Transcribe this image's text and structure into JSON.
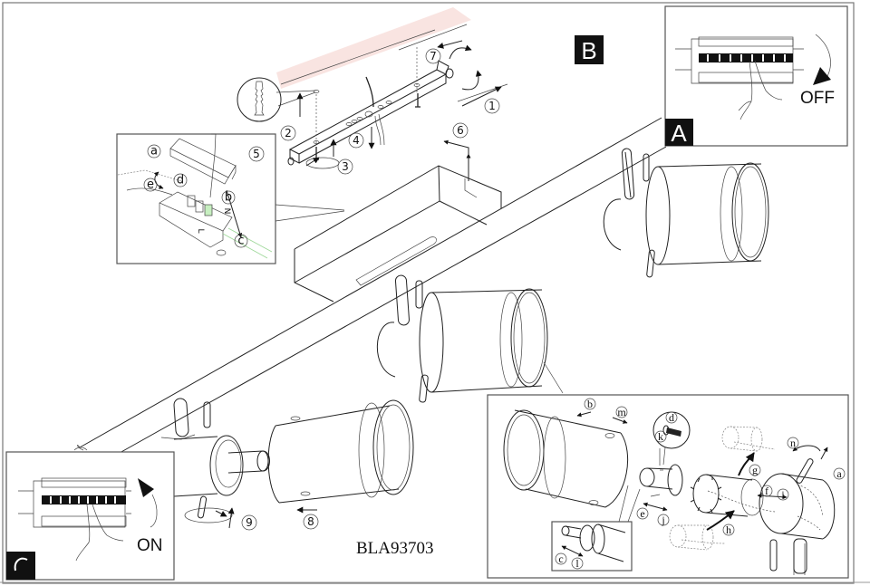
{
  "document": {
    "model_code": "BLA93703",
    "type": "Ceiling spotlight bar — installation instructions"
  },
  "panels": {
    "A": {
      "label": "A",
      "state_text": "OFF"
    },
    "B": {
      "label": "B"
    },
    "C": {
      "label": "C",
      "state_text": "ON"
    }
  },
  "step_numbers": [
    "1",
    "2",
    "3",
    "4",
    "5",
    "6",
    "7",
    "8",
    "9"
  ],
  "detail_step5": {
    "number": "5",
    "letters": [
      "a",
      "b",
      "c",
      "d",
      "e"
    ],
    "terminal_marks": [
      "N",
      "L"
    ]
  },
  "detail_exploded": {
    "letters": [
      "a",
      "b",
      "c",
      "d",
      "e",
      "f",
      "g",
      "h",
      "i",
      "j",
      "k",
      "l",
      "m",
      "n"
    ]
  },
  "colors": {
    "line": "#222222",
    "label_box": "#111111",
    "ceiling_hatch": "#f6d8d4",
    "wire_green": "#9fd89a"
  }
}
